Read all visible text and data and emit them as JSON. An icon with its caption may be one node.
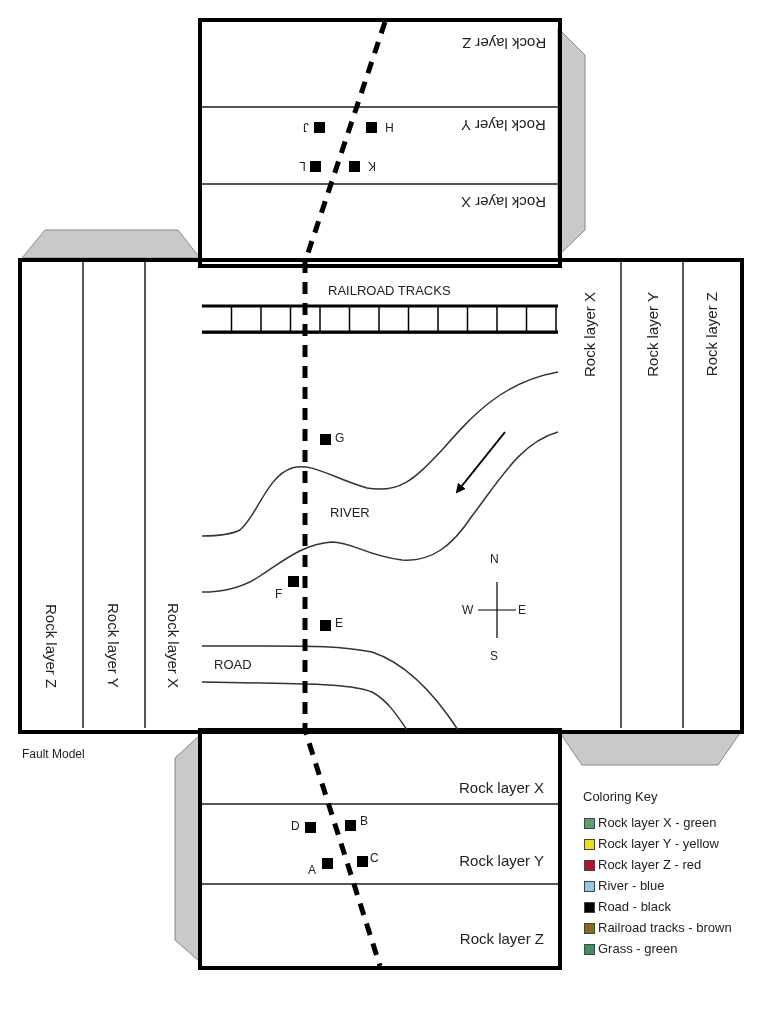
{
  "diagram": {
    "title": "Fault Model",
    "nodes": [
      {
        "text": [
          "Rock layer Z"
        ]
      },
      {
        "text": [
          "Rock layer Y"
        ]
      },
      {
        "text": [
          "Rock layer X"
        ]
      },
      {
        "text": [
          "Rock layer Z"
        ]
      },
      {
        "text": [
          "Rock layer Y"
        ]
      },
      {
        "text": [
          "Rock layer X"
        ]
      },
      {
        "text": [
          "RAILROAD TRACKS"
        ]
      },
      {
        "text": [
          "RIVER"
        ]
      },
      {
        "text": [
          "ROAD"
        ]
      },
      {
        "text": [
          "Rock layer X"
        ]
      },
      {
        "text": [
          "Rock layer Y"
        ]
      },
      {
        "text": [
          "Rock layer Z"
        ]
      },
      {
        "text": [
          "Rock layer X"
        ]
      },
      {
        "text": [
          "Rock layer Y"
        ]
      },
      {
        "text": [
          "Rock layer Z"
        ]
      },
      {
        "text": [],
        "shape": "trapezoid"
      },
      {
        "text": [],
        "shape": "trapezoid"
      },
      {
        "text": [],
        "shape": "trapezoid"
      },
      {
        "text": [],
        "shape": "trapezoid"
      }
    ],
    "edges": [],
    "labels": [
      "J",
      "H",
      "L",
      "K",
      "G",
      "F",
      "E",
      "N",
      "W",
      "E",
      "S",
      "D",
      "B",
      "A",
      "C",
      "Coloring Key"
    ],
    "legend": [
      {
        "text": "Rock layer X - green",
        "color": "#5e9e72"
      },
      {
        "text": "Rock layer Y - yellow",
        "color": "#e8e020"
      },
      {
        "text": "Rock layer Z - red",
        "color": "#b01428"
      },
      {
        "text": "River - blue",
        "color": "#8ecae6"
      },
      {
        "text": "Road - black",
        "color": "#000000"
      },
      {
        "text": "Railroad tracks - brown",
        "color": "#8a6a1e"
      },
      {
        "text": "Grass - green",
        "color": "#3f8f62"
      }
    ]
  }
}
